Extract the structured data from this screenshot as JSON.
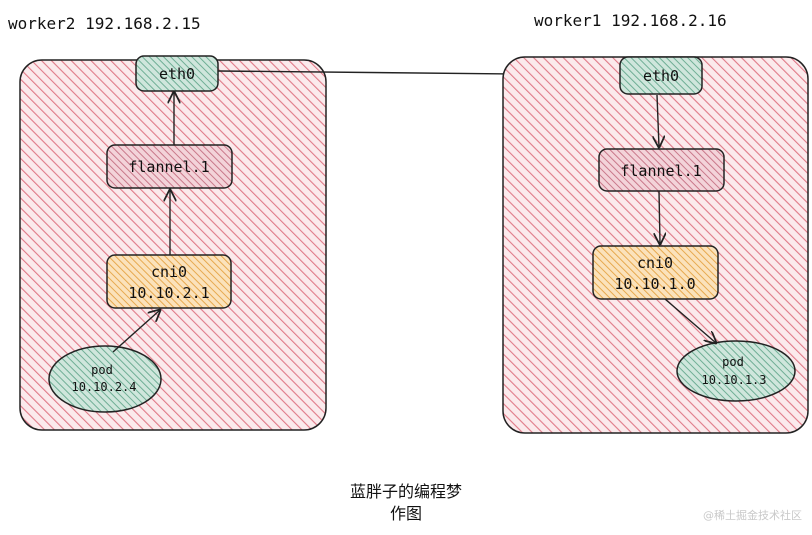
{
  "diagram": {
    "worker2": {
      "title": "worker2  192.168.2.15",
      "eth0": "eth0",
      "flannel": "flannel.1",
      "cni_name": "cni0",
      "cni_ip": "10.10.2.1",
      "pod_name": "pod",
      "pod_ip": "10.10.2.4"
    },
    "worker1": {
      "title": "worker1  192.168.2.16",
      "eth0": "eth0",
      "flannel": "flannel.1",
      "cni_name": "cni0",
      "cni_ip": "10.10.1.0",
      "pod_name": "pod",
      "pod_ip": "10.10.1.3"
    }
  },
  "caption": {
    "line1": "蓝胖子的编程梦",
    "line2": "作图"
  },
  "watermark": "@稀土掘金技术社区",
  "colors": {
    "node_fill": "#e79aa6",
    "eth_fill": "#9cc9b6",
    "flannel_fill": "#df98a5",
    "cni_fill": "#f2c98a",
    "pod_fill": "#9cc9b6",
    "stroke": "#222222"
  }
}
